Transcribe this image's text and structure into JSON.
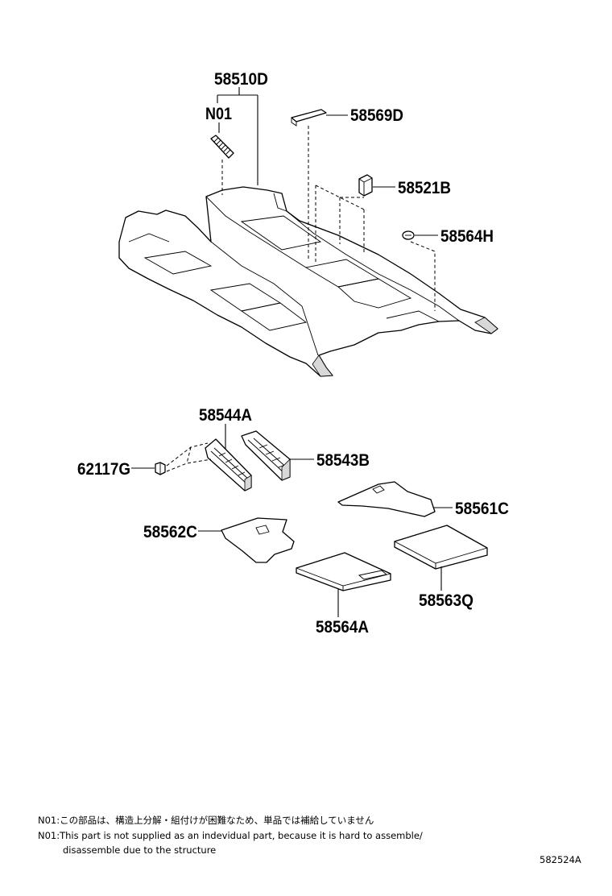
{
  "callouts": [
    "58510D",
    "N01",
    "58569D",
    "58521B",
    "58564H",
    "58544A",
    "58543B",
    "62117G",
    "58561C",
    "58562C",
    "58563Q",
    "58564A"
  ],
  "notes": {
    "ja": "N01:この部品は、構造上分解・組付けが困難なため、単品では補給していません",
    "en_line1": "N01:This part is not supplied as an indevidual part, because it is hard to assemble/",
    "en_line2": "disassemble due to the structure"
  },
  "illustration_id": "582524A"
}
